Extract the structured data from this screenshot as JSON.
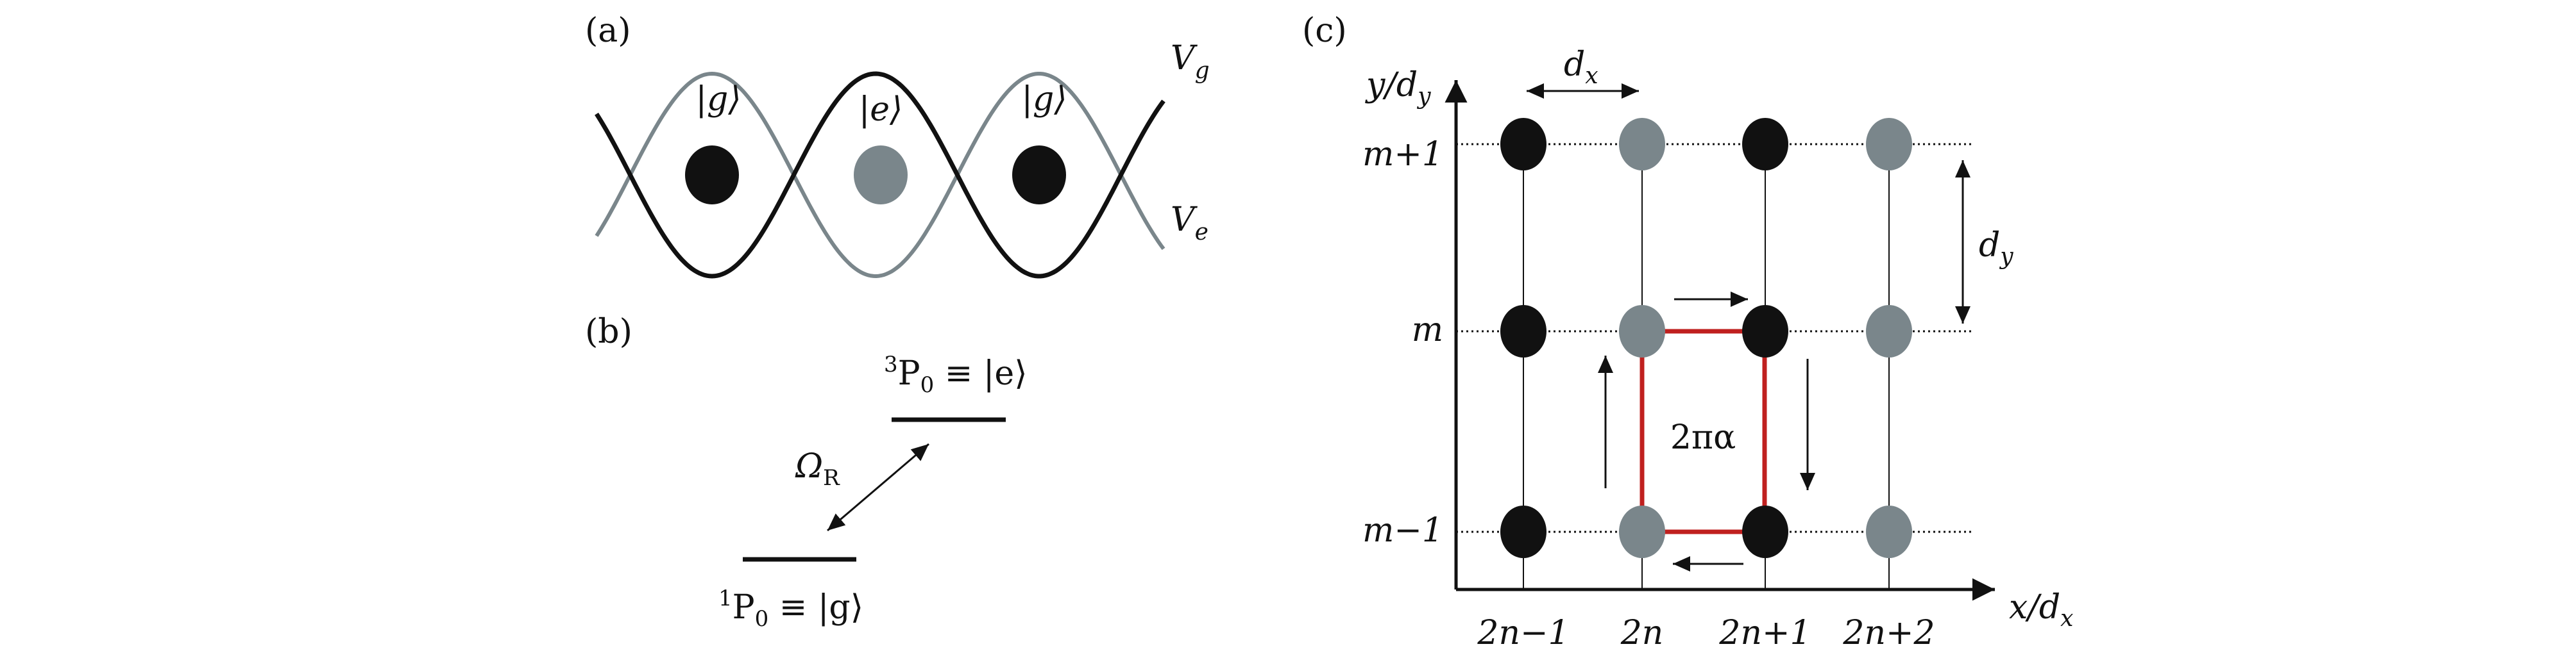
{
  "colors": {
    "ink": "#111111",
    "gray_atom": "#7a868b",
    "gray_curve": "#7a868b",
    "plaquette": "#c0201f"
  },
  "panel_a": {
    "label": "(a)",
    "ket_left": "|g⟩",
    "ket_mid": "|e⟩",
    "ket_right": "|g⟩",
    "vg_main": "V",
    "vg_sub": "g",
    "ve_main": "V",
    "ve_sub": "e"
  },
  "panel_b": {
    "label": "(b)",
    "upper_sup": "3",
    "upper_text": "P",
    "upper_sub": "0",
    "upper_rest": " ≡ |e⟩",
    "lower_sup": "1",
    "lower_text": "P",
    "lower_sub": "0",
    "lower_rest": " ≡ |g⟩",
    "rabi_main": "Ω",
    "rabi_sub": "R"
  },
  "panel_c": {
    "label": "(c)",
    "y_axis_label": "y/d",
    "y_axis_sub": "y",
    "x_axis_label": "x/d",
    "x_axis_sub": "x",
    "dx_main": "d",
    "dx_sub": "x",
    "dy_main": "d",
    "dy_sub": "y",
    "flux_label": "2πα",
    "row_labels": [
      "m+1",
      "m",
      "m−1"
    ],
    "col_labels": [
      "2n−1",
      "2n",
      "2n+1",
      "2n+2"
    ],
    "atom_types": [
      [
        "black",
        "gray",
        "black",
        "gray"
      ],
      [
        "black",
        "gray",
        "black",
        "gray"
      ],
      [
        "black",
        "gray",
        "black",
        "gray"
      ]
    ]
  }
}
